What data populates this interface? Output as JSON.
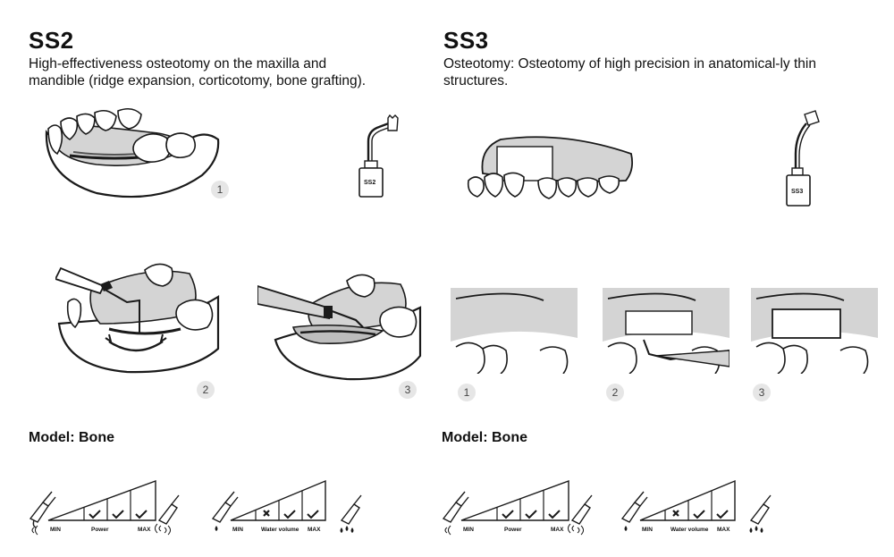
{
  "ss2": {
    "title": "SS2",
    "description": "High-effectiveness osteotomy on the maxilla and mandible (ridge expansion, corticotomy, bone grafting).",
    "tip_label": "SS2",
    "steps": [
      "1",
      "2",
      "3"
    ],
    "model": "Model: Bone",
    "power": {
      "min": "MIN",
      "label": "Power",
      "max": "MAX",
      "marks": [
        "check",
        "check",
        "check"
      ]
    },
    "water": {
      "min": "MIN",
      "label": "Water volume",
      "max": "MAX",
      "marks": [
        "cross",
        "check",
        "check"
      ]
    }
  },
  "ss3": {
    "title": "SS3",
    "description": "Osteotomy: Osteotomy of high precision in anatomical-ly thin structures.",
    "tip_label": "SS3",
    "steps": [
      "1",
      "2",
      "3"
    ],
    "model": "Model: Bone",
    "power": {
      "min": "MIN",
      "label": "Power",
      "max": "MAX",
      "marks": [
        "check",
        "check",
        "check"
      ]
    },
    "water": {
      "min": "MIN",
      "label": "Water volume",
      "max": "MAX",
      "marks": [
        "cross",
        "check",
        "check"
      ]
    }
  },
  "colors": {
    "gum": "#d4d4d4",
    "ink": "#1a1a1a",
    "badge": "#e6e6e6"
  },
  "icons": [
    "handpiece-icon",
    "vibration-icon",
    "water-drop-icon",
    "check-icon",
    "cross-icon"
  ]
}
